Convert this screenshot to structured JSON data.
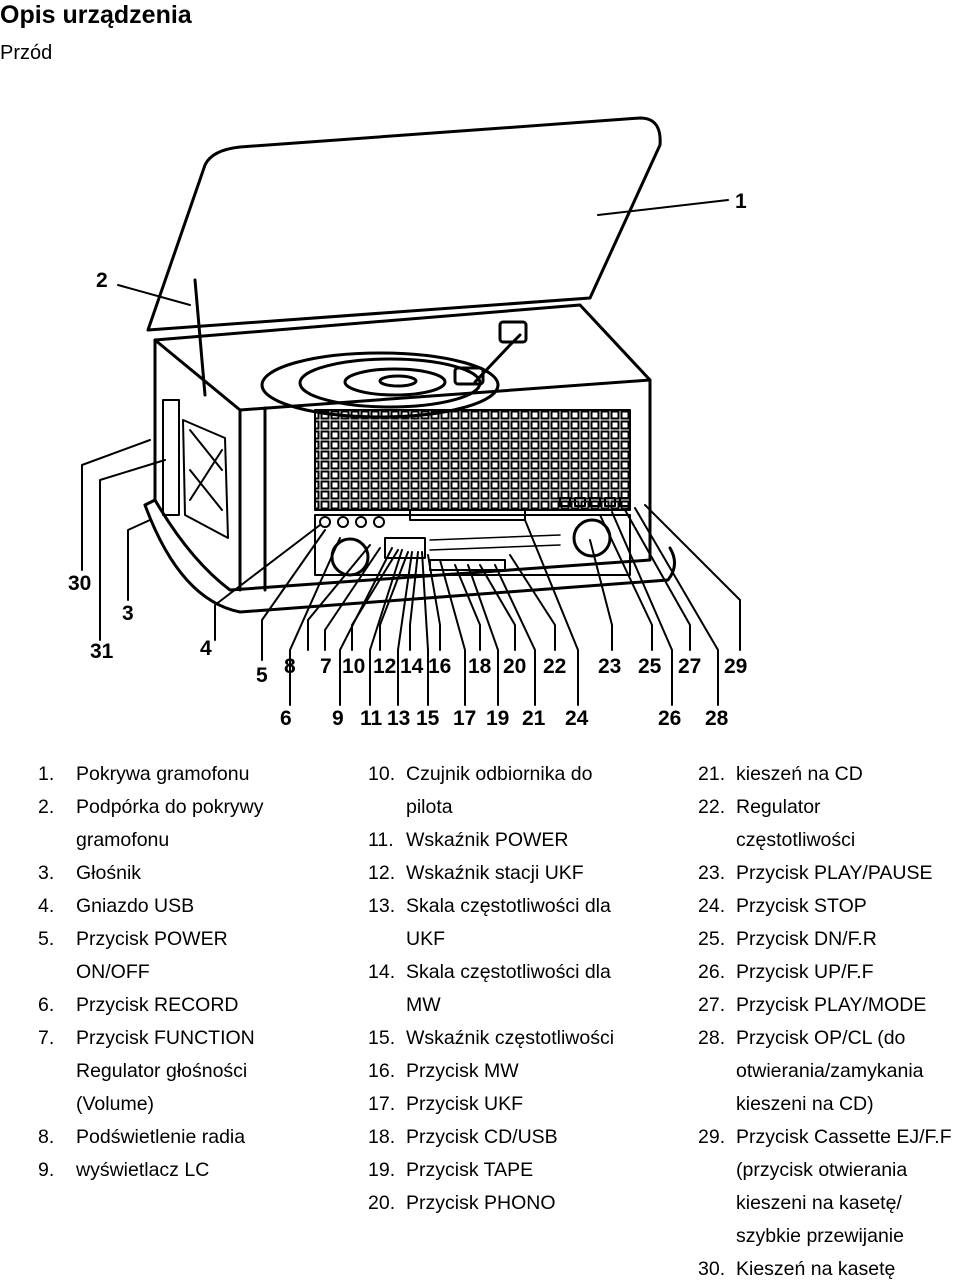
{
  "header": {
    "title": "Opis urządzenia",
    "subtitle": "Przód"
  },
  "figure": {
    "callouts": [
      "1",
      "2",
      "3",
      "4",
      "5",
      "6",
      "7",
      "8",
      "9",
      "10",
      "11",
      "12",
      "13",
      "14",
      "15",
      "16",
      "17",
      "18",
      "19",
      "20",
      "21",
      "22",
      "23",
      "24",
      "25",
      "26",
      "27",
      "28",
      "29",
      "30",
      "31"
    ]
  },
  "legend": {
    "col1": [
      {
        "num": "1.",
        "lines": [
          "Pokrywa gramofonu"
        ]
      },
      {
        "num": "2.",
        "lines": [
          "Podpórka do pokrywy",
          "gramofonu"
        ]
      },
      {
        "num": "3.",
        "lines": [
          "Głośnik"
        ]
      },
      {
        "num": "4.",
        "lines": [
          "Gniazdo USB"
        ]
      },
      {
        "num": "5.",
        "lines": [
          "Przycisk POWER",
          "ON/OFF"
        ]
      },
      {
        "num": "6.",
        "lines": [
          "Przycisk RECORD"
        ]
      },
      {
        "num": "7.",
        "lines": [
          "Przycisk FUNCTION",
          "Regulator głośności",
          "(Volume)"
        ]
      },
      {
        "num": "8.",
        "lines": [
          "Podświetlenie radia"
        ]
      },
      {
        "num": "9.",
        "lines": [
          "wyświetlacz LC"
        ]
      }
    ],
    "col2": [
      {
        "num": "10.",
        "lines": [
          "Czujnik odbiornika do",
          "pilota"
        ]
      },
      {
        "num": "11.",
        "lines": [
          "Wskaźnik POWER"
        ]
      },
      {
        "num": "12.",
        "lines": [
          "Wskaźnik stacji UKF"
        ]
      },
      {
        "num": "13.",
        "lines": [
          "Skala częstotliwości dla",
          "UKF"
        ]
      },
      {
        "num": "14.",
        "lines": [
          "Skala częstotliwości dla",
          "MW"
        ]
      },
      {
        "num": "15.",
        "lines": [
          "Wskaźnik częstotliwości"
        ]
      },
      {
        "num": "16.",
        "lines": [
          "Przycisk MW"
        ]
      },
      {
        "num": "17.",
        "lines": [
          "Przycisk UKF"
        ]
      },
      {
        "num": "18.",
        "lines": [
          "Przycisk CD/USB"
        ]
      },
      {
        "num": "19.",
        "lines": [
          "Przycisk TAPE"
        ]
      },
      {
        "num": "20.",
        "lines": [
          "Przycisk PHONO"
        ]
      }
    ],
    "col3": [
      {
        "num": "21.",
        "lines": [
          "kieszeń na CD"
        ]
      },
      {
        "num": "22.",
        "lines": [
          "Regulator",
          "częstotliwości"
        ]
      },
      {
        "num": "23.",
        "lines": [
          "Przycisk PLAY/PAUSE"
        ]
      },
      {
        "num": "24.",
        "lines": [
          "Przycisk STOP"
        ]
      },
      {
        "num": "25.",
        "lines": [
          "Przycisk DN/F.R"
        ]
      },
      {
        "num": "26.",
        "lines": [
          "Przycisk UP/F.F"
        ]
      },
      {
        "num": "27.",
        "lines": [
          "Przycisk PLAY/MODE"
        ]
      },
      {
        "num": "28.",
        "lines": [
          "Przycisk OP/CL (do",
          "otwierania/zamykania",
          "kieszeni na CD)"
        ]
      },
      {
        "num": "29.",
        "lines": [
          "Przycisk Cassette EJ/F.F",
          "(przycisk otwierania",
          "kieszeni na kasetę/",
          "szybkie przewijanie"
        ]
      },
      {
        "num": "30.",
        "lines": [
          "Kieszeń na kasetę"
        ]
      }
    ]
  }
}
